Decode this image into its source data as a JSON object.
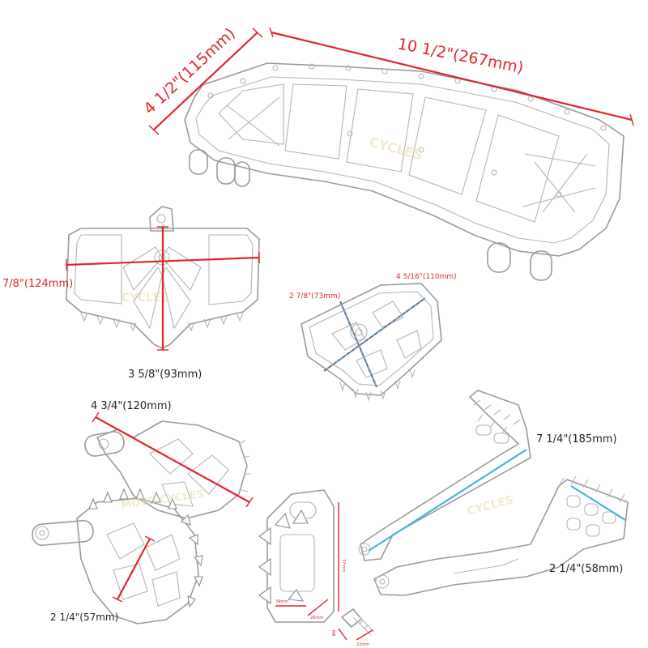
{
  "labels": {
    "big_width": "10 1/2\"(267mm)",
    "big_depth": "4 1/2\"(115mm)",
    "peg_width": "7/8\"(124mm)",
    "peg_depth": "3 5/8\"(93mm)",
    "small_depth": "2 7/8\"(73mm)",
    "small_width": "4 5/16\"(110mm)",
    "foot_length": "4 3/4\"(120mm)",
    "foot_width": "2 1/4\"(57mm)",
    "lever_length": "7 1/4\"(185mm)",
    "lever_pad": "2 1/4\"(58mm)",
    "detail_height": "37mm",
    "detail_width": "34mm",
    "detail_depth": "26mm",
    "bolt_length": "22mm",
    "bolt_dia": "M8"
  },
  "watermark": {
    "brand_short": "CYCLES",
    "brand_full": "MOTO CYCLES"
  },
  "colors": {
    "dimension_red": "#e0262b",
    "dimension_cyan": "#49b6d6",
    "outline_gray": "#9a9a9a",
    "watermark": "#e9d9a8"
  }
}
